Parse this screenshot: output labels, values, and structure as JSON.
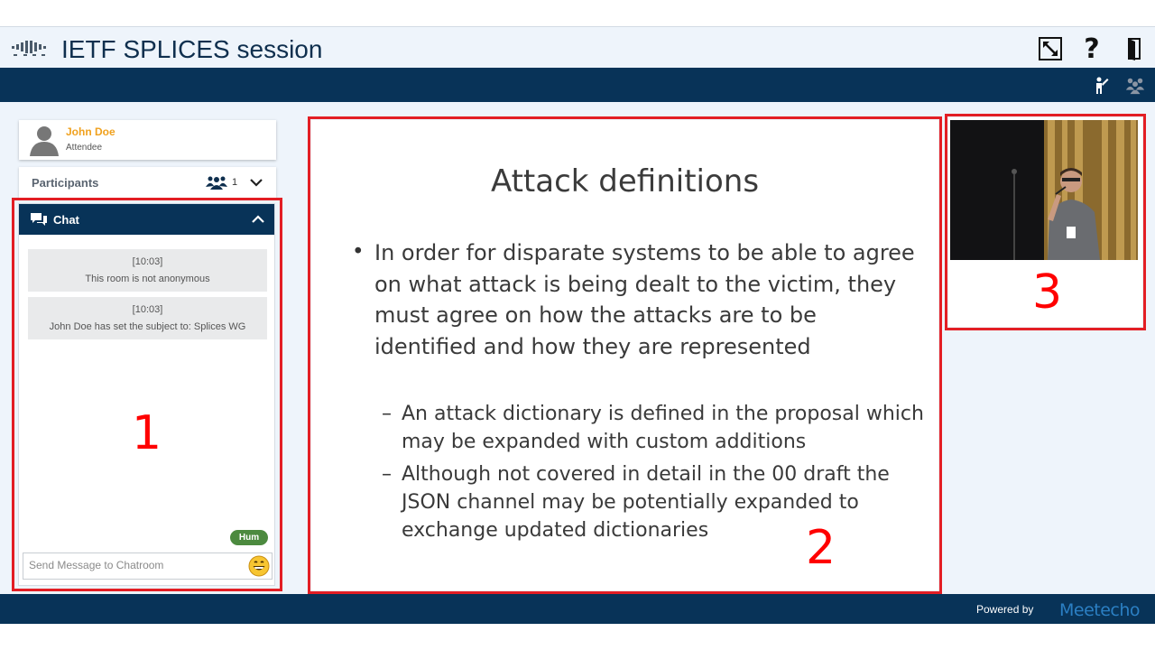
{
  "header": {
    "title": "IETF SPLICES session",
    "logo_icon": "ietf-logo-icon",
    "icons": [
      "fullscreen-icon",
      "help-icon",
      "exit-icon"
    ]
  },
  "navbar": {
    "icons": [
      "raise-hand-icon",
      "participants-group-icon"
    ]
  },
  "user": {
    "name": "John Doe",
    "role": "Attendee"
  },
  "participants": {
    "label": "Participants",
    "count": "1"
  },
  "chat": {
    "title": "Chat",
    "messages": [
      {
        "time": "[10:03]",
        "text": "This room is not anonymous"
      },
      {
        "time": "[10:03]",
        "text": "John Doe has set the subject to: Splices WG"
      }
    ],
    "hum_label": "Hum",
    "input_placeholder": "Send Message to Chatroom"
  },
  "slide": {
    "title": "Attack definitions",
    "bullet": "In order for disparate systems to be able to agree on what attack is being dealt to the victim, they must agree on how the attacks are to be identified and how they are represented",
    "sub_bullets": [
      "An attack dictionary is defined in the proposal which may be expanded with custom additions",
      "Although not covered in detail in the 00 draft the JSON channel may be potentially expanded to exchange updated dictionaries"
    ]
  },
  "annotations": {
    "label1": "1",
    "label2": "2",
    "label3": "3"
  },
  "footer": {
    "powered_by": "Powered by",
    "brand": "Meetecho"
  },
  "colors": {
    "navy": "#083358",
    "annotation_red": "#e31e24",
    "name_orange": "#f0a11e",
    "hum_green": "#4c8a3f"
  }
}
